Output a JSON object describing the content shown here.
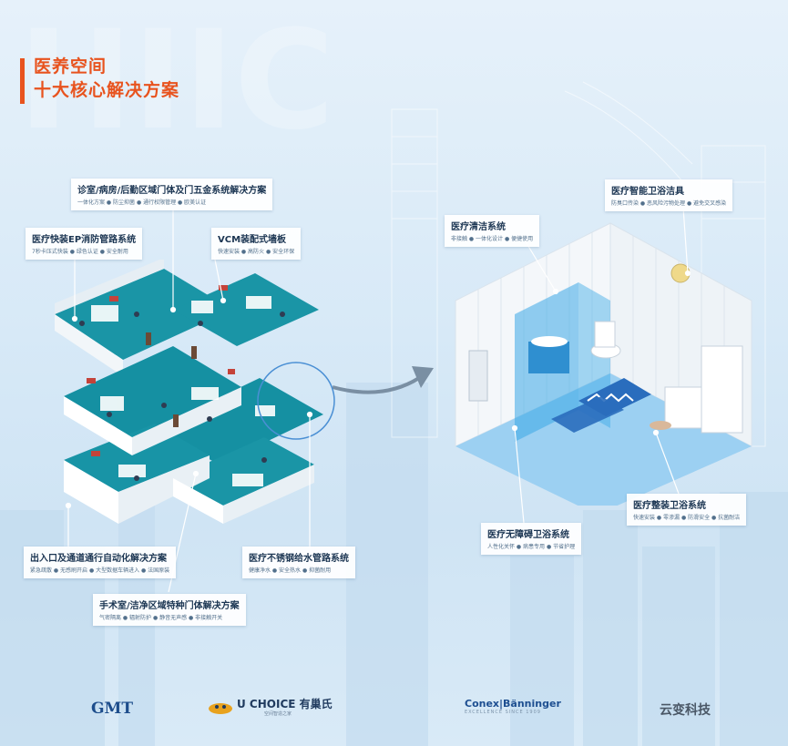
{
  "title": {
    "line1": "医养空间",
    "line2": "十大核心解决方案"
  },
  "callouts": [
    {
      "id": "door-hardware",
      "title": "诊室/病房/后勤区域门体及门五金系统解决方案",
      "sub": "一体化方案 ● 防尘抑菌 ● 通行权限管理 ● 欧美认证"
    },
    {
      "id": "ep-pipes",
      "title": "医疗快装EP消防管路系统",
      "sub": "7秒卡压式快装 ● 绿色认证 ● 安全耐用"
    },
    {
      "id": "vcm",
      "title": "VCM装配式墙板",
      "sub": "快速安装 ● 高防火 ● 安全环保"
    },
    {
      "id": "entrance",
      "title": "出入口及通道通行自动化解决方案",
      "sub": "紧急疏散 ● 无感刷开启 ● 大型数据车辆进入 ● 法国原装"
    },
    {
      "id": "stainless",
      "title": "医疗不锈钢给水管路系统",
      "sub": "健康净水 ● 安全热水 ● 抑菌耐用"
    },
    {
      "id": "surgery",
      "title": "手术室/洁净区域特种门体解决方案",
      "sub": "气密隔离 ● 辐射防护 ● 静音无声感 ● 非接触开关"
    },
    {
      "id": "cleaning",
      "title": "医疗清洁系统",
      "sub": "非接触 ● 一体化设计 ● 便捷使用"
    },
    {
      "id": "smart-sanitary",
      "title": "医疗智能卫浴洁具",
      "sub": "防臭口传染 ● 恶风险污物处理 ● 避免交叉感染"
    },
    {
      "id": "barrier-free",
      "title": "医疗无障碍卫浴系统",
      "sub": "人性化关怀 ● 病患专用 ● 节省护理"
    },
    {
      "id": "integrated-bath",
      "title": "医疗整装卫浴系统",
      "sub": "快速安装 ● 零渗漏 ● 防滑安全 ● 抗菌耐洁"
    }
  ],
  "logos": {
    "gmt": "GMT",
    "uchoice": "U CHOICE 有巢氏",
    "uchoice_sub": "空间智造之家",
    "conex": "Conex|Bänninger",
    "conex_sub": "EXCELLENCE SINCE 1909",
    "yunbian": "云变科技"
  },
  "colors": {
    "accent": "#e8531e",
    "title_text": "#1b3552",
    "floor_teal": "#0f8fa0",
    "bath_blue": "#3aa8e6"
  },
  "icons": [
    "arrow-right-icon",
    "uchoice-mascot-icon"
  ]
}
